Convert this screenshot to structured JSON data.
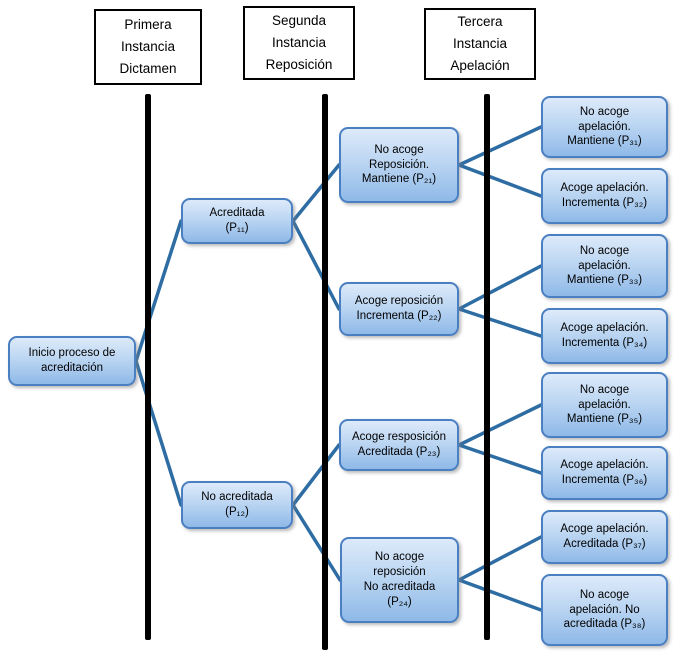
{
  "diagram": {
    "description": "Árbol de decisión del proceso de acreditación en tres instancias"
  },
  "columns": [
    {
      "id": "col1",
      "label": "Primera\nInstancia\nDictamen"
    },
    {
      "id": "col2",
      "label": "Segunda\nInstancia\nReposición"
    },
    {
      "id": "col3",
      "label": "Tercera\nInstancia\nApelación"
    }
  ],
  "nodes": {
    "root": {
      "label": "Inicio proceso de\nacreditación"
    },
    "p11": {
      "label": "Acreditada\n(P₁₁)"
    },
    "p12": {
      "label": "No acreditada\n(P₁₂)"
    },
    "p21": {
      "label": "No acoge\nReposición.\nMantiene (P₂₁)"
    },
    "p22": {
      "label": "Acoge reposición\nIncrementa (P₂₂)"
    },
    "p23": {
      "label": "Acoge resposición\nAcreditada (P₂₃)"
    },
    "p24": {
      "label": "No acoge\nreposición\nNo acreditada\n(P₂₄)"
    },
    "p31": {
      "label": "No acoge\napelación.\nMantiene (P₃₁)"
    },
    "p32": {
      "label": "Acoge apelación.\nIncrementa (P₃₂)"
    },
    "p33": {
      "label": "No acoge\napelación.\nMantiene (P₃₃)"
    },
    "p34": {
      "label": "Acoge apelación.\nIncrementa (P₃₄)"
    },
    "p35": {
      "label": "No acoge\napelación.\nMantiene (P₃₅)"
    },
    "p36": {
      "label": "Acoge apelación.\nIncrementa (P₃₆)"
    },
    "p37": {
      "label": "Acoge apelación.\nAcreditada (P₃₇)"
    },
    "p38": {
      "label": "No acoge\napelación. No\nacreditada (P₃₈)"
    }
  },
  "edges": [
    {
      "from": "root",
      "to": "p11"
    },
    {
      "from": "root",
      "to": "p12"
    },
    {
      "from": "p11",
      "to": "p21"
    },
    {
      "from": "p11",
      "to": "p22"
    },
    {
      "from": "p12",
      "to": "p23"
    },
    {
      "from": "p12",
      "to": "p24"
    },
    {
      "from": "p21",
      "to": "p31"
    },
    {
      "from": "p21",
      "to": "p32"
    },
    {
      "from": "p22",
      "to": "p33"
    },
    {
      "from": "p22",
      "to": "p34"
    },
    {
      "from": "p23",
      "to": "p35"
    },
    {
      "from": "p23",
      "to": "p36"
    },
    {
      "from": "p24",
      "to": "p37"
    },
    {
      "from": "p24",
      "to": "p38"
    }
  ],
  "colors": {
    "node_border": "#4a7fc1",
    "node_fill_top": "#ddeafa",
    "node_fill_bottom": "#8fb9e8",
    "connector": "#2e6da4",
    "bar": "#000000"
  }
}
